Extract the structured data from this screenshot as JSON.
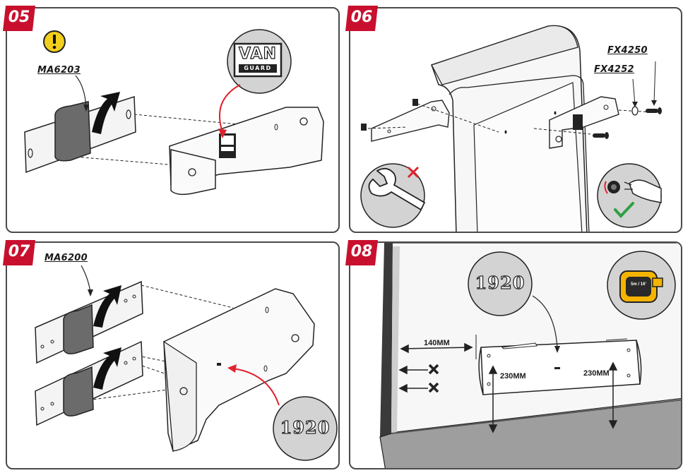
{
  "steps": [
    {
      "number": "05",
      "part_code": "MA6203",
      "logo_line1": "VAN",
      "logo_line2": "GUARD"
    },
    {
      "number": "06",
      "part_code_top": "FX4250",
      "part_code_mid": "FX4252"
    },
    {
      "number": "07",
      "part_code": "MA6200",
      "callout": "1920"
    },
    {
      "number": "08",
      "callout": "1920",
      "dim_horizontal": "140MM",
      "dim_left": "230MM",
      "dim_right": "230MM",
      "tape_text": "5m / 16'"
    }
  ],
  "colors": {
    "badge_red": "#c8102e",
    "border": "#4a4a4a",
    "strap_grey": "#6b6b6b",
    "warning_yellow": "#f2cf1c",
    "check_green": "#2ea043",
    "cross_red": "#e0222e",
    "tape_yellow": "#f5b400"
  },
  "icons": [
    "warning-icon",
    "wrench-icon",
    "cross-icon",
    "check-icon",
    "tape-measure-icon",
    "curved-arrow-icon"
  ]
}
